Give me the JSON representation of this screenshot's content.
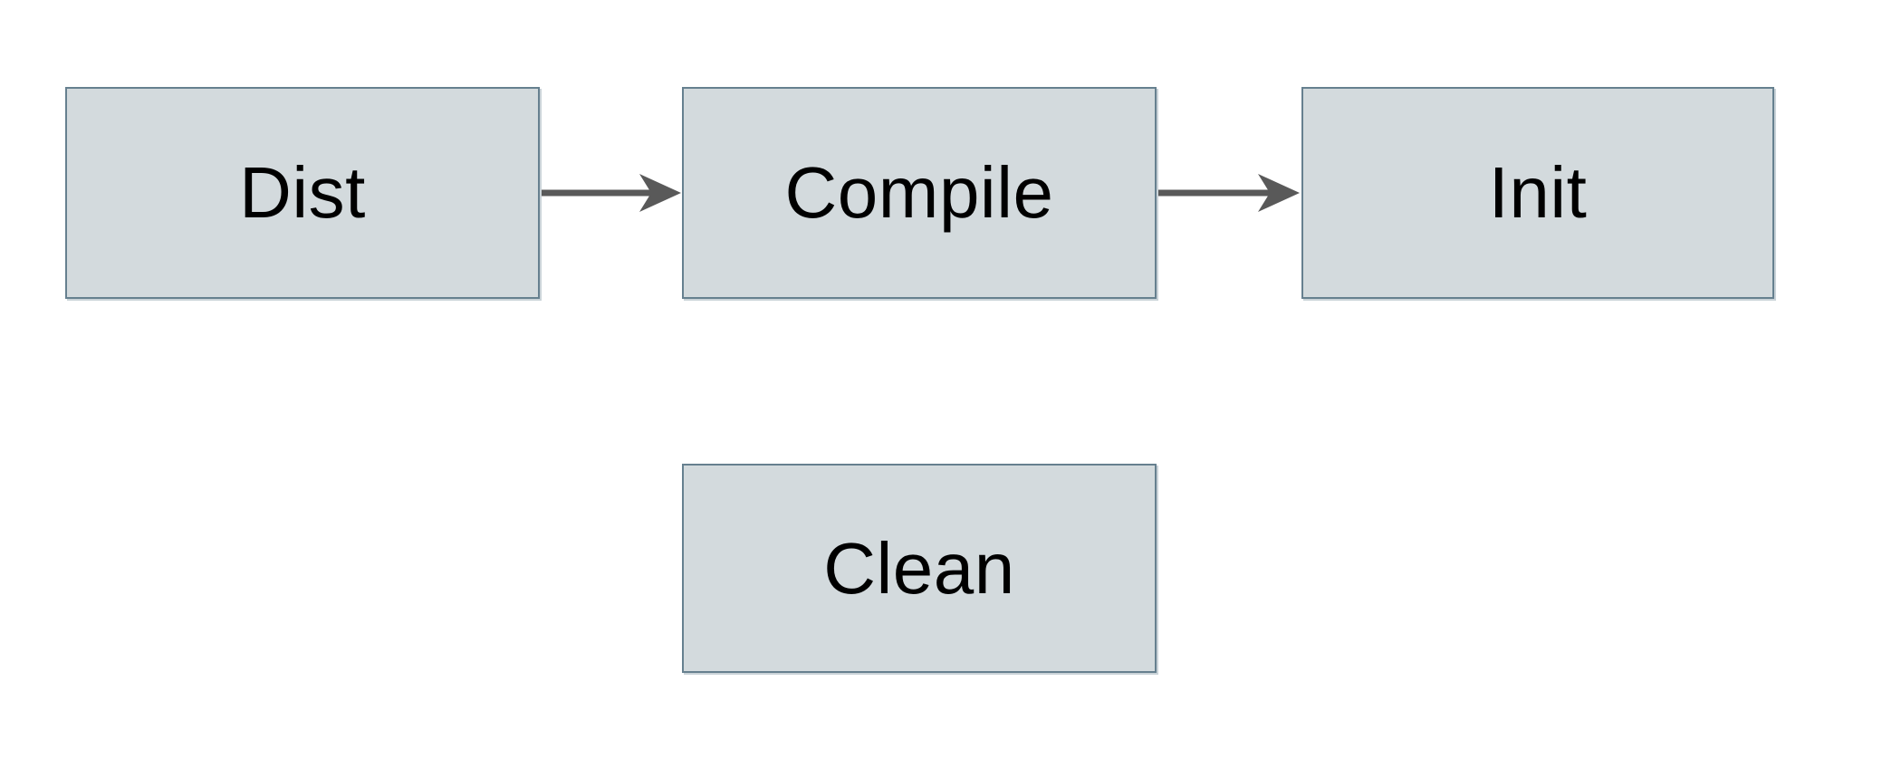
{
  "diagram": {
    "nodes": [
      {
        "id": "dist",
        "label": "Dist"
      },
      {
        "id": "compile",
        "label": "Compile"
      },
      {
        "id": "init",
        "label": "Init"
      },
      {
        "id": "clean",
        "label": "Clean"
      }
    ],
    "edges": [
      {
        "from": "dist",
        "to": "compile"
      },
      {
        "from": "compile",
        "to": "init"
      }
    ],
    "colors": {
      "background": "#ffffff",
      "node_fill": "#d3dadd",
      "node_border": "#66808f",
      "arrow": "#595959",
      "text": "#000000"
    }
  }
}
